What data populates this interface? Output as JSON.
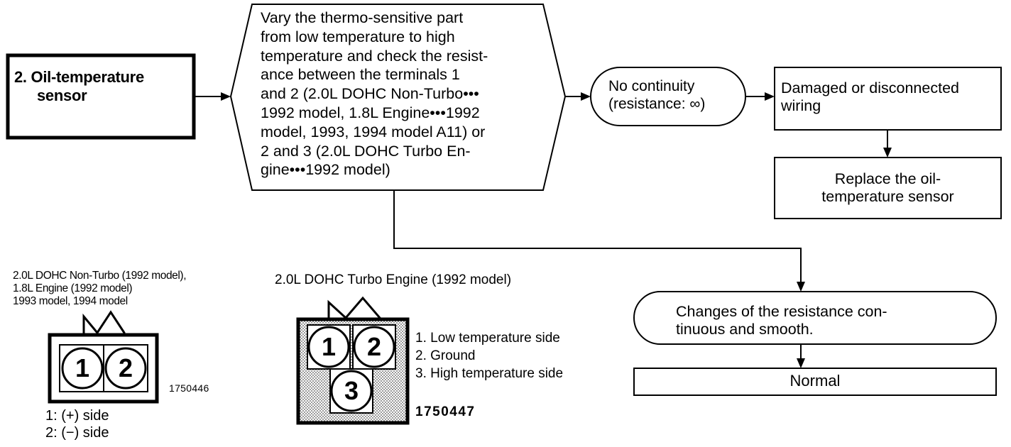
{
  "step": {
    "title_line1": "2. Oil-temperature",
    "title_line2": "sensor"
  },
  "check": {
    "lines": [
      "Vary the thermo-sensitive part",
      "from low temperature to high",
      "temperature and check the resist-",
      "ance between the terminals 1",
      "and 2 (2.0L DOHC Non-Turbo•••",
      "1992 model, 1.8L Engine•••1992",
      "model, 1993, 1994 model A11) or",
      "2 and 3 (2.0L DOHC Turbo En-",
      "gine•••1992 model)"
    ]
  },
  "no_continuity": {
    "line1": "No continuity",
    "line2": "(resistance: ∞)"
  },
  "damaged": {
    "line1": "Damaged or disconnected",
    "line2": "wiring"
  },
  "replace": {
    "line1": "Replace the oil-",
    "line2": "temperature sensor"
  },
  "changes": {
    "line1": "Changes of the resistance con-",
    "line2": "tinuous and smooth."
  },
  "normal": {
    "label": "Normal"
  },
  "connector_a": {
    "caption": [
      "2.0L DOHC Non-Turbo (1992 model),",
      "1.8L Engine (1992 model)",
      "1993 model, 1994 model"
    ],
    "pin1": "1",
    "pin2": "2",
    "part_number": "1750446",
    "legend": [
      "1: (+) side",
      "2: (−) side"
    ]
  },
  "connector_b": {
    "caption": "2.0L DOHC Turbo Engine (1992 model)",
    "pin1": "1",
    "pin2": "2",
    "pin3": "3",
    "legend": [
      "1. Low temperature side",
      "2. Ground",
      "3. High temperature side"
    ],
    "part_number": "1750447"
  }
}
